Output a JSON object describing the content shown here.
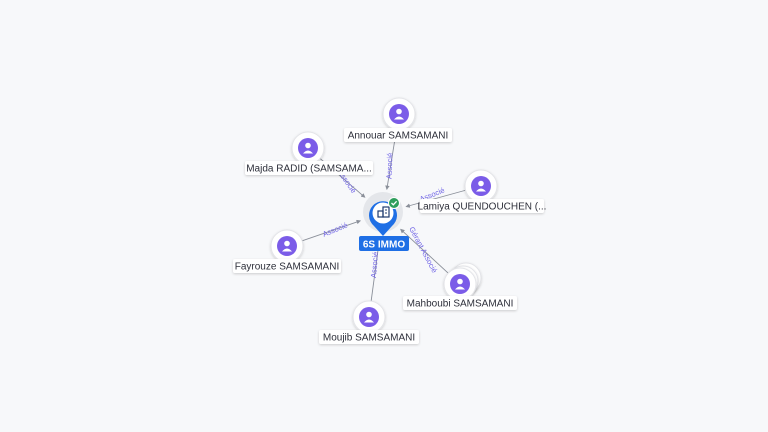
{
  "graph": {
    "company": {
      "name": "6S IMMO",
      "icon": "building-icon",
      "status_icon": "check-icon",
      "color": "#1f6fe5",
      "status_color": "#2e9e5b"
    },
    "person_icon": "person-icon",
    "person_color": "#7b5ce8",
    "edge_label_color": "#6f63e6",
    "persons": [
      {
        "id": "annouar",
        "name": "Annouar SAMSAMANI",
        "role": "Associé",
        "stacked": false
      },
      {
        "id": "majda",
        "name": "Majda RADID (SAMSAMA...",
        "role": "Associé",
        "stacked": false
      },
      {
        "id": "lamiya",
        "name": "Lamiya QUENDOUCHEN (...",
        "role": "Associé",
        "stacked": false
      },
      {
        "id": "fayrouze",
        "name": "Fayrouze SAMSAMANI",
        "role": "Associé",
        "stacked": false
      },
      {
        "id": "mahboubi",
        "name": "Mahboubi SAMSAMANI",
        "role": "Gérant Associé",
        "stacked": true
      },
      {
        "id": "moujib",
        "name": "Moujib SAMSAMANI",
        "role": "Associé",
        "stacked": false
      }
    ]
  }
}
